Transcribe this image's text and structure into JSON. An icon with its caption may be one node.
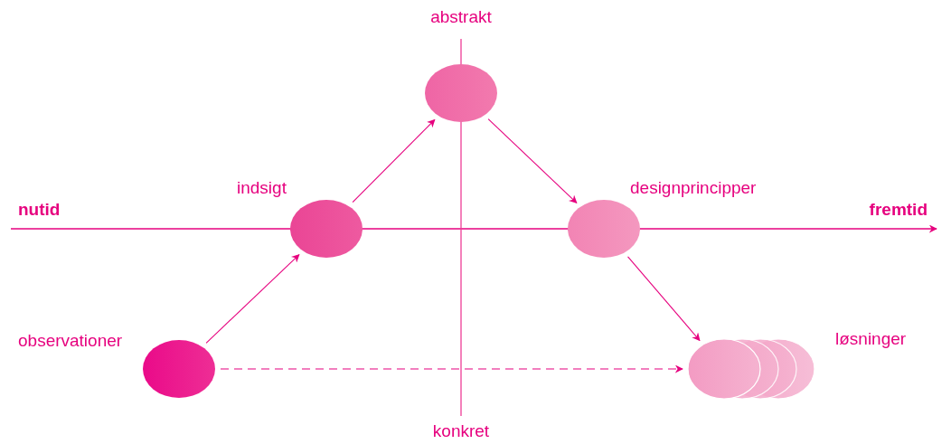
{
  "diagram": {
    "nodes": [
      {
        "text": [],
        "shape": "circle",
        "beside": [
          "observationer"
        ]
      },
      {
        "text": [],
        "shape": "circle",
        "beside": [
          "indsigt"
        ]
      },
      {
        "text": [],
        "shape": "circle"
      },
      {
        "text": [],
        "shape": "circle",
        "beside": [
          "designprincipper"
        ]
      },
      {
        "text": [],
        "shape": "circle",
        "beside": [
          "løsninger"
        ]
      }
    ],
    "edges": [
      {
        "from": 0,
        "to": 1,
        "arrow": "to"
      },
      {
        "from": 1,
        "to": 2,
        "arrow": "to"
      },
      {
        "from": 2,
        "to": 3,
        "arrow": "to"
      },
      {
        "from": 3,
        "to": 4,
        "arrow": "to"
      },
      {
        "from": 0,
        "to": 4,
        "arrow": "to",
        "style": "dashed"
      }
    ],
    "labels": [
      "abstrakt",
      "nutid",
      "fremtid",
      "konkret"
    ]
  }
}
